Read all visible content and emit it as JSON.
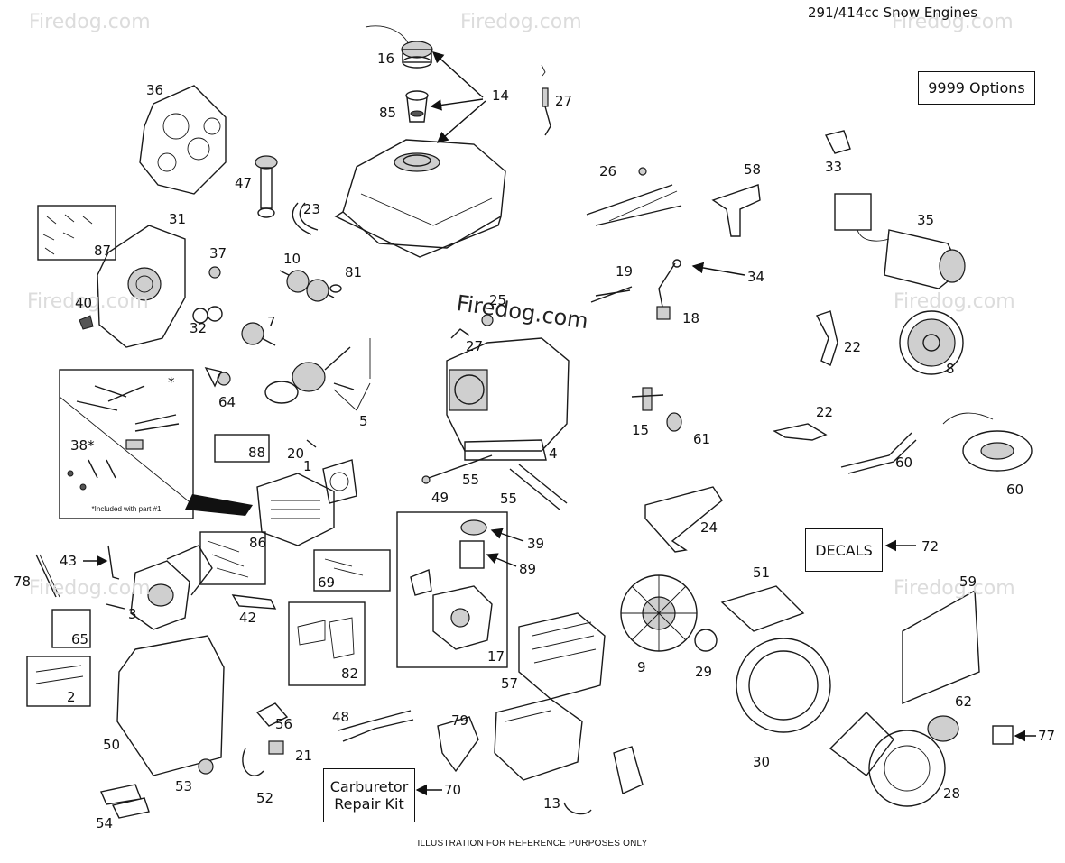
{
  "title": "291/414cc Snow Engines",
  "footer": "ILLUSTRATION FOR REFERENCE PURPOSES ONLY",
  "watermark": "Firedog.com",
  "included_note": "*Included with part #1",
  "boxes": {
    "options": "9999  Options",
    "decals": "DECALS",
    "carb_line1": "Carburetor",
    "carb_line2": "Repair Kit"
  },
  "labels": {
    "l16": "16",
    "l14": "14",
    "l27a": "27",
    "l85": "85",
    "l36": "36",
    "l47": "47",
    "l23": "23",
    "l26": "26",
    "l58": "58",
    "l33": "33",
    "l35": "35",
    "l31": "31",
    "l87": "87",
    "l37": "37",
    "l10": "10",
    "l81": "81",
    "l19": "19",
    "l34": "34",
    "l18": "18",
    "l40": "40",
    "l32": "32",
    "l7": "7",
    "l25": "25",
    "l27b": "27",
    "l22a": "22",
    "l8": "8",
    "l64": "64",
    "l5": "5",
    "l4": "4",
    "l38": "38*",
    "l88": "88",
    "l20": "20",
    "l1": "1",
    "l15": "15",
    "l61": "61",
    "l22b": "22",
    "l60a": "60",
    "l60b": "60",
    "l49": "49",
    "l55a": "55",
    "l55b": "55",
    "l24": "24",
    "l39": "39",
    "l72": "72",
    "l89": "89",
    "l86": "86",
    "l43": "43",
    "l78": "78",
    "l69": "69",
    "l51": "51",
    "l59": "59",
    "l3": "3",
    "l42": "42",
    "l65": "65",
    "l82": "82",
    "l17": "17",
    "l9": "9",
    "l29": "29",
    "l57": "57",
    "l2": "2",
    "l48": "48",
    "l56": "56",
    "l50": "50",
    "l79": "79",
    "l21": "21",
    "l30": "30",
    "l62": "62",
    "l77": "77",
    "l53": "53",
    "l52": "52",
    "l70": "70",
    "l13": "13",
    "l28": "28",
    "l54": "54",
    "star": "*"
  }
}
